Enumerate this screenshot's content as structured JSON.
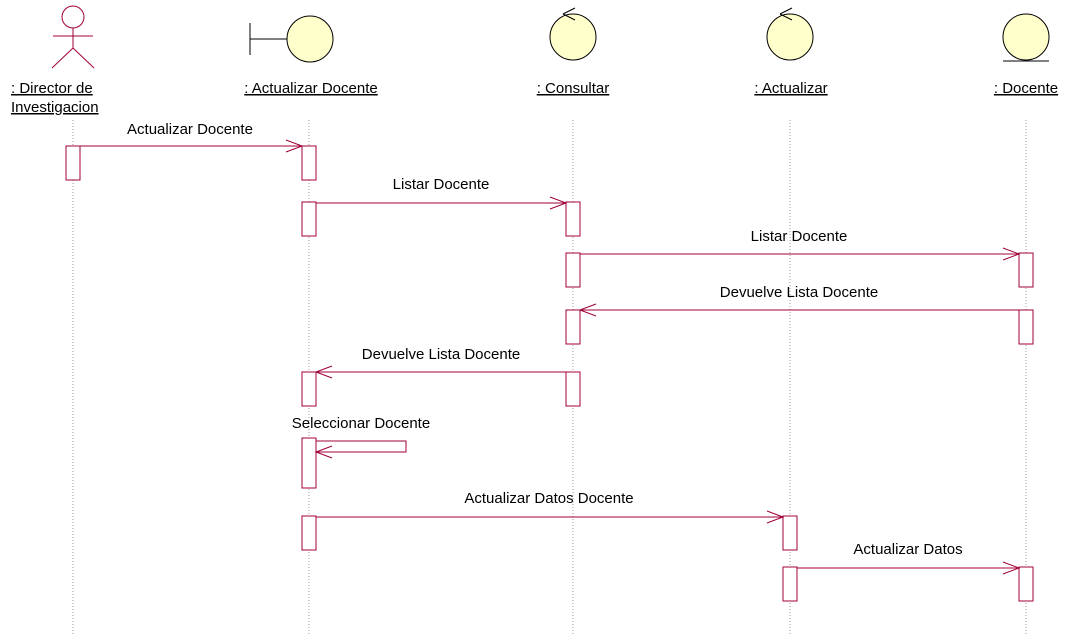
{
  "colors": {
    "line": "#a0003a",
    "entity_fill": "#ffffcc",
    "lifeline": "#9a9a9a"
  },
  "objects": [
    {
      "id": "director",
      "kind": "actor-icon",
      "label_line1": ": Director de",
      "label_line2": "Investigacion"
    },
    {
      "id": "actualizar-docente",
      "kind": "boundary-icon",
      "label": ": Actualizar Docente"
    },
    {
      "id": "consultar",
      "kind": "control-icon",
      "label": ": Consultar"
    },
    {
      "id": "actualizar",
      "kind": "control-icon",
      "label": ": Actualizar"
    },
    {
      "id": "docente",
      "kind": "entity-icon",
      "label": ": Docente"
    }
  ],
  "messages": [
    {
      "id": "m1",
      "label": "Actualizar Docente"
    },
    {
      "id": "m2",
      "label": "Listar Docente"
    },
    {
      "id": "m3",
      "label": "Listar Docente"
    },
    {
      "id": "m4",
      "label": "Devuelve Lista Docente"
    },
    {
      "id": "m5",
      "label": "Devuelve Lista Docente"
    },
    {
      "id": "m6",
      "label": "Seleccionar Docente"
    },
    {
      "id": "m7",
      "label": "Actualizar Datos Docente"
    },
    {
      "id": "m8",
      "label": "Actualizar Datos"
    }
  ]
}
